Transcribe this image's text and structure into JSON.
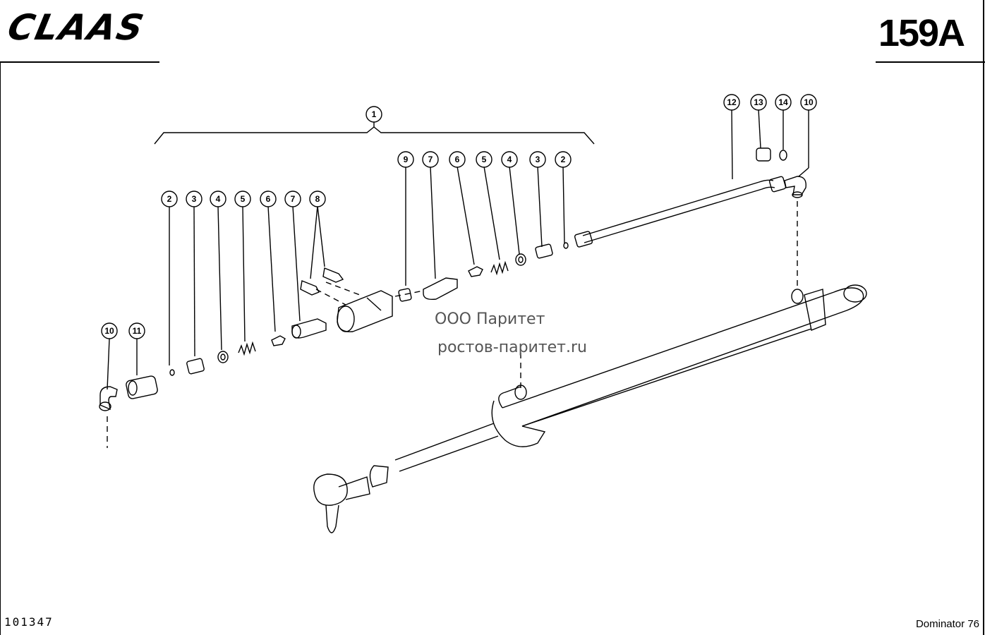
{
  "header": {
    "brand": "CLAAS",
    "page_number": "159A"
  },
  "footer": {
    "drawing_number": "101347",
    "model": "Dominator 76"
  },
  "watermark": {
    "line1": "ООО Паритет",
    "line2": "ростов-паритет.ru"
  },
  "callouts": [
    "1",
    "2",
    "3",
    "4",
    "5",
    "6",
    "7",
    "8",
    "9",
    "7",
    "6",
    "5",
    "4",
    "3",
    "2",
    "10",
    "11",
    "12",
    "13",
    "14",
    "10"
  ]
}
